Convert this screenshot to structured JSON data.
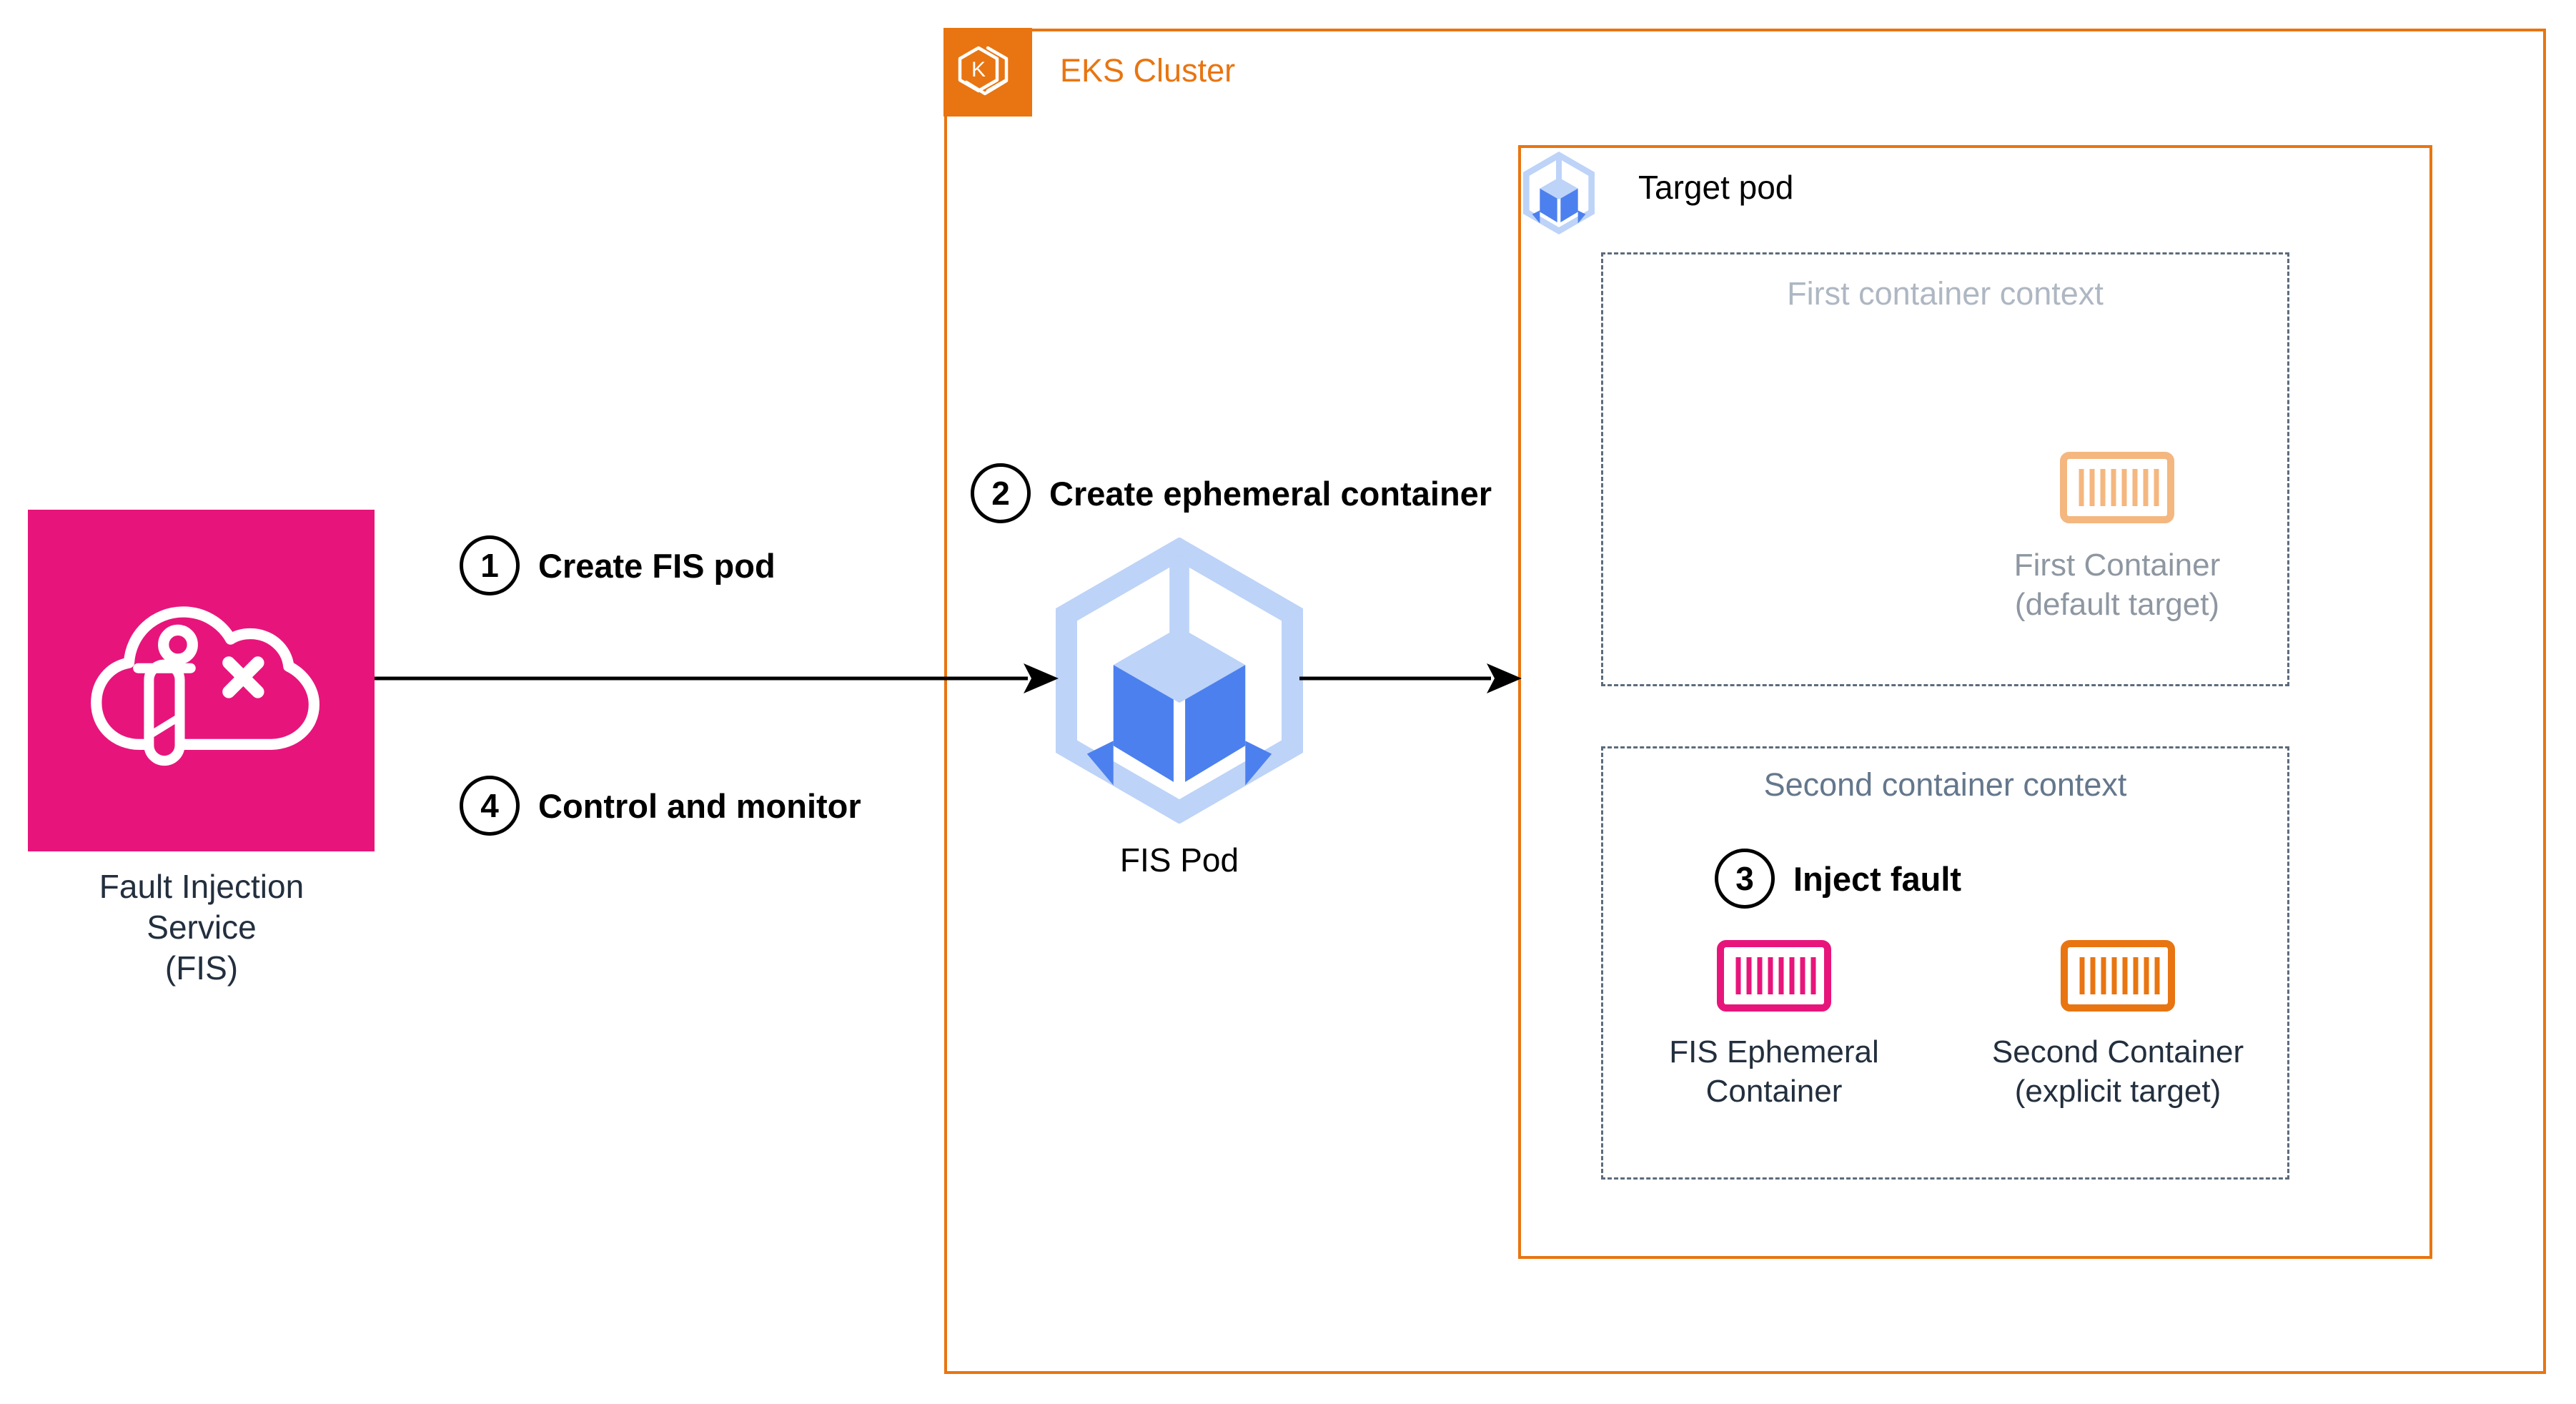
{
  "colors": {
    "pink": "#E7157B",
    "orange": "#E87511",
    "container-faded": "#F4B77F",
    "dash-border": "#5C6B7C",
    "faded-title": "#AEB7C2",
    "faded-label": "#8E97A1",
    "context-title": "#64778C",
    "dark-label": "#232F3E",
    "pod-ring": "#BDD3F8",
    "pod-face": "#4C80EE",
    "arrow": "#000000"
  },
  "fis_service": {
    "label": "Fault Injection\nService\n(FIS)"
  },
  "steps": [
    {
      "num": "1",
      "label": "Create FIS pod"
    },
    {
      "num": "2",
      "label": "Create ephemeral container"
    },
    {
      "num": "3",
      "label": "Inject fault"
    },
    {
      "num": "4",
      "label": "Control and monitor"
    }
  ],
  "eks_cluster": {
    "title": "EKS Cluster"
  },
  "fis_pod": {
    "label": "FIS Pod"
  },
  "target_pod": {
    "title": "Target pod"
  },
  "first_context": {
    "title": "First container context",
    "container_label": "First Container\n(default target)"
  },
  "second_context": {
    "title": "Second container context",
    "fis_container_label": "FIS Ephemeral\nContainer",
    "second_container_label": "Second Container\n(explicit target)"
  }
}
